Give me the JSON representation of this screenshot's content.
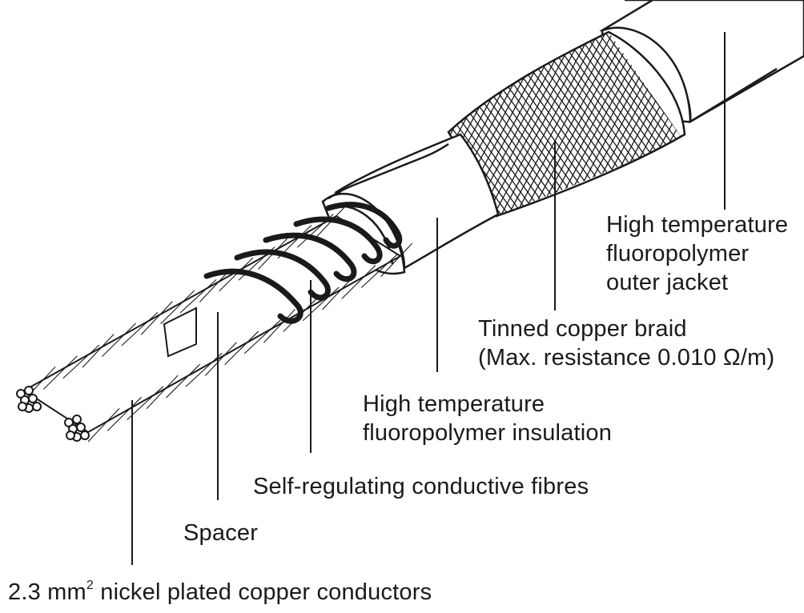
{
  "labels": {
    "outer_jacket": [
      "High temperature",
      "fluoropolymer",
      "outer jacket"
    ],
    "braid": [
      "Tinned copper braid",
      "(Max. resistance 0.010 Ω/m)"
    ],
    "insulation": [
      "High temperature",
      "fluoropolymer insulation"
    ],
    "fibres": "Self-regulating conductive fibres",
    "spacer": "Spacer",
    "conductors": {
      "prefix": "2.3 mm",
      "superscript": "2",
      "suffix": " nickel plated copper conductors"
    }
  },
  "colors": {
    "line": "#1a1a1a",
    "fill": "#ffffff",
    "text": "#1a1a1a"
  }
}
